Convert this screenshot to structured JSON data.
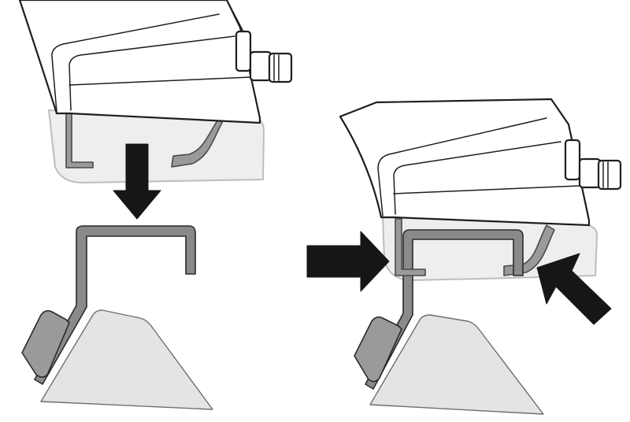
{
  "figure": {
    "panels": [
      {
        "name": "step-1-lower-foot-onto-bar",
        "arrows": [
          "down"
        ]
      },
      {
        "name": "step-2-clamp-foot-on-bar",
        "arrows": [
          "right",
          "up-left"
        ]
      }
    ],
    "colors": {
      "outline": "#1e1e1e",
      "bar": "#8a8a8a",
      "ghost_bracket": "#eeeeee",
      "vehicle_body": "#e4e4e4",
      "arrow": "#161616"
    }
  }
}
